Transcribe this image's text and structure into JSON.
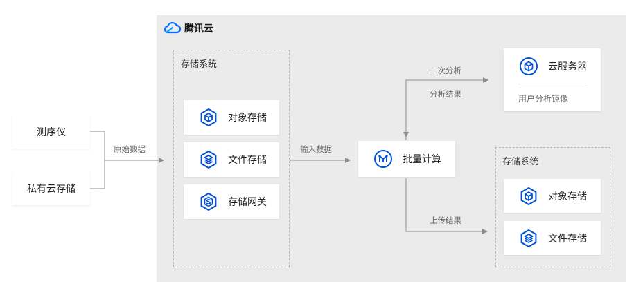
{
  "brand": {
    "name": "腾讯云",
    "logo_icon": "tencent-cloud-logo-icon"
  },
  "sources": [
    {
      "label": "测序仪"
    },
    {
      "label": "私有云存储"
    }
  ],
  "edges": {
    "raw_data": "原始数据",
    "input_data": "输入数据",
    "secondary_analysis": "二次分析",
    "analysis_result": "分析结果",
    "upload_result": "上传结果"
  },
  "storage_system_left": {
    "title": "存储系统",
    "items": [
      {
        "label": "对象存储",
        "icon": "object-storage-icon"
      },
      {
        "label": "文件存储",
        "icon": "file-storage-icon"
      },
      {
        "label": "存储网关",
        "icon": "storage-gateway-icon"
      }
    ]
  },
  "batch_compute": {
    "label": "批量计算",
    "icon": "batch-compute-icon"
  },
  "cvm": {
    "label": "云服务器",
    "icon": "cloud-server-icon",
    "subtitle": "用户分析镜像"
  },
  "storage_system_right": {
    "title": "存储系统",
    "items": [
      {
        "label": "对象存储",
        "icon": "object-storage-icon"
      },
      {
        "label": "文件存储",
        "icon": "file-storage-icon"
      }
    ]
  },
  "colors": {
    "accent": "#0052d9",
    "panel": "#ebebeb",
    "line": "#8c8c8c"
  }
}
